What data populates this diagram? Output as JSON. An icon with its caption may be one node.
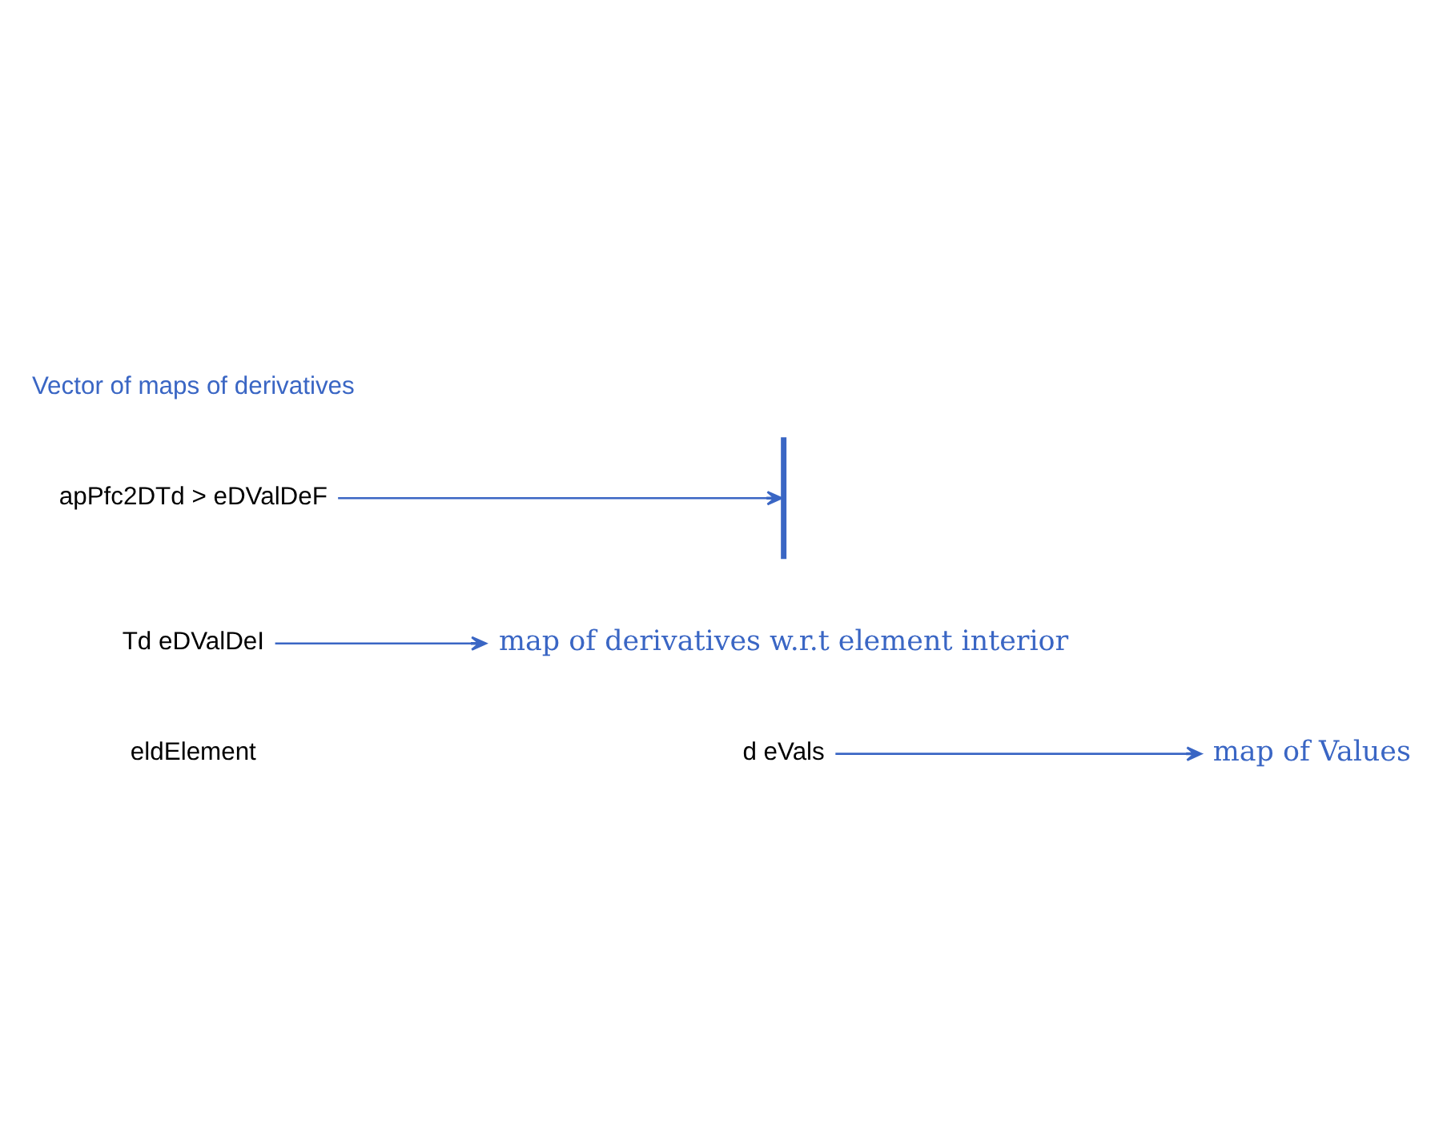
{
  "diagram": {
    "nodes": [
      {
        "text": [
          "d eVals"
        ]
      },
      {
        "text": [
          "Td eDValDeI"
        ]
      },
      {
        "text": [
          "apPfc2DTd > eDValDeF"
        ]
      },
      {
        "text": [
          "map of Values"
        ]
      },
      {
        "text": [
          "map of derivatives w.r.t element interior"
        ]
      },
      {
        "text": [],
        "shape": "line"
      }
    ],
    "edges": [
      {
        "from": 0,
        "to": 3,
        "arrow": "to"
      },
      {
        "from": 1,
        "to": 4,
        "arrow": "to"
      },
      {
        "from": 2,
        "to": 5,
        "arrow": "to"
      }
    ],
    "labels": [
      "eldElement",
      "Vector of maps of derivatives"
    ]
  }
}
